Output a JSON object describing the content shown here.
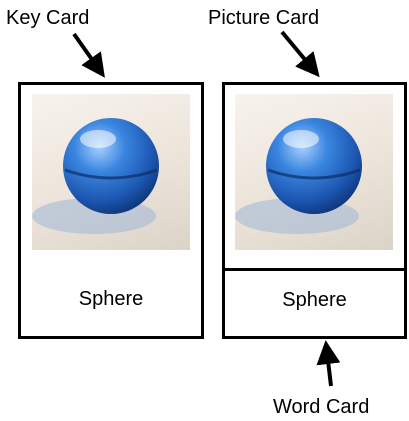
{
  "labels": {
    "key_card": "Key Card",
    "picture_card": "Picture Card",
    "word_card": "Word Card"
  },
  "key_card": {
    "word": "Sphere",
    "image": "blue-sphere-photo"
  },
  "picture_card": {
    "image": "blue-sphere-photo"
  },
  "word_card": {
    "word": "Sphere"
  },
  "colors": {
    "border": "#000000",
    "sphere": "#1f5fbf",
    "background": "#ffffff"
  }
}
